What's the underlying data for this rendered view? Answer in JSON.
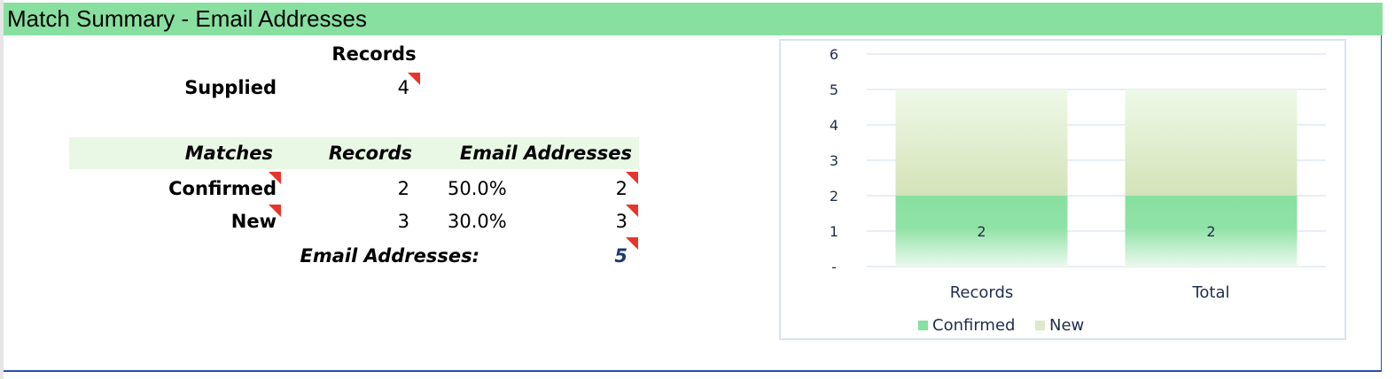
{
  "title": "Match Summary - Email Addresses",
  "supplied": {
    "col_header": "Records",
    "label": "Supplied",
    "value": "4"
  },
  "matches": {
    "headers": [
      "Matches",
      "Records",
      "Email Addresses"
    ],
    "rows": [
      {
        "label": "Confirmed",
        "records": "2",
        "percent": "50.0%",
        "emails": "2"
      },
      {
        "label": "New",
        "records": "3",
        "percent": "30.0%",
        "emails": "3"
      }
    ],
    "total_label": "Email Addresses:",
    "total_value": "5"
  },
  "colors": {
    "title_bg": "#88e0a0",
    "header_band": "#e8f8e4",
    "comment_marker": "#e8352a",
    "confirmed": "#88e0a0",
    "new": "#dde9c8",
    "total_text": "#1e3a6e"
  },
  "chart_data": {
    "type": "bar",
    "stacked": true,
    "categories": [
      "Records",
      "Total"
    ],
    "series": [
      {
        "name": "Confirmed",
        "values": [
          2,
          2
        ],
        "labels": [
          "2",
          "2"
        ]
      },
      {
        "name": "New",
        "values": [
          3,
          3
        ]
      }
    ],
    "ylim": [
      0,
      6
    ],
    "yticks": [
      "-",
      "1",
      "2",
      "3",
      "4",
      "5",
      "6"
    ],
    "grid": true,
    "legend": "bottom"
  }
}
